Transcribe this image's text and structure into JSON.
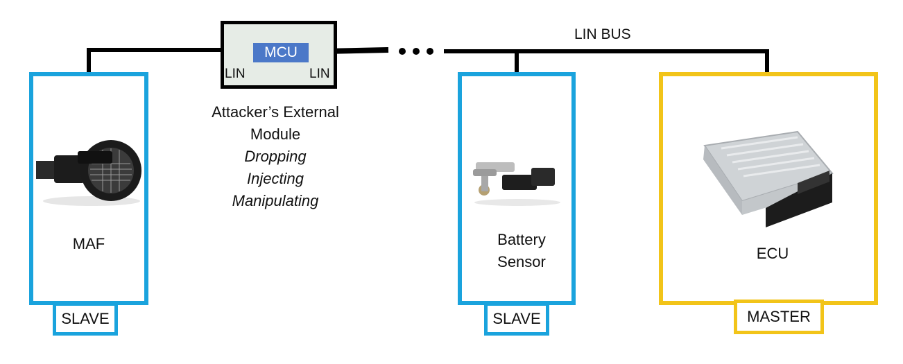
{
  "bus": {
    "label": "LIN BUS"
  },
  "attacker": {
    "mcu_label": "MCU",
    "lin_left": "LIN",
    "lin_right": "LIN",
    "title_line1": "Attacker’s External",
    "title_line2": "Module",
    "actions": [
      "Dropping",
      "Injecting",
      "Manipulating"
    ]
  },
  "nodes": {
    "maf": {
      "name": "MAF",
      "role": "SLAVE",
      "image": "maf-sensor-icon"
    },
    "battery": {
      "name_line1": "Battery",
      "name_line2": "Sensor",
      "role": "SLAVE",
      "image": "battery-sensor-icon"
    },
    "ecu": {
      "name": "ECU",
      "role": "MASTER",
      "image": "ecu-module-icon"
    }
  },
  "colors": {
    "slave_border": "#1aa3dd",
    "master_border": "#f2c419",
    "bus_line": "#000000",
    "mcu_fill": "#4b78c8",
    "module_fill": "#e6ece6"
  }
}
